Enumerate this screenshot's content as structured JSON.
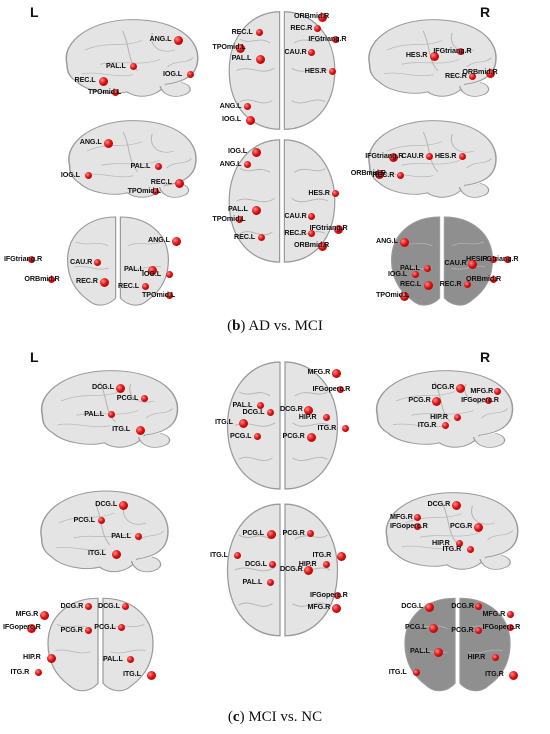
{
  "panels": [
    {
      "id": "b",
      "side_left": "L",
      "side_right": "R",
      "caption_letter": "b",
      "caption_text": " AD vs. MCI",
      "views": [
        {
          "view": "sag-left-1",
          "labels": [
            "ANG.L",
            "PAL.L",
            "IOG.L",
            "REC.L",
            "TPOmid.L"
          ]
        },
        {
          "view": "axial-top-1",
          "labels": [
            "ORBmid.R",
            "REC.R",
            "REC.L",
            "TPOmid.L",
            "IFGtriang.R",
            "CAU.R",
            "PAL.L",
            "HES.R",
            "ANG.L",
            "IOG.L"
          ]
        },
        {
          "view": "sag-right-1",
          "labels": [
            "HES.R",
            "IFGtriang.R",
            "REC.R",
            "ORBmid.R"
          ]
        },
        {
          "view": "sag-left-2",
          "labels": [
            "ANG.L",
            "PAL.L",
            "IOG.L",
            "REC.L",
            "TPOmid.L"
          ]
        },
        {
          "view": "axial-bottom-1",
          "labels": [
            "IOG.L",
            "ANG.L",
            "HES.R",
            "PAL.L",
            "TPOmid.L",
            "CAU.R",
            "IFGtriang.R",
            "REC.L",
            "REC.R",
            "ORBmid.R"
          ]
        },
        {
          "view": "sag-right-2",
          "labels": [
            "IFGtriang.R",
            "CAU.R",
            "HES.R",
            "ORBmid.R",
            "REC.R"
          ]
        },
        {
          "view": "coronal-front-1",
          "labels": [
            "ANG.L",
            "IFGtriang.R",
            "CAU.R",
            "PAL.L",
            "IOG.L",
            "ORBmid.R",
            "REC.R",
            "REC.L",
            "TPOmid.L"
          ]
        },
        {
          "view": "coronal-back-1",
          "labels": [
            "ANG.L",
            "HES.R",
            "IFGtriang.R",
            "CAU.R",
            "IOG.L",
            "PAL.L",
            "REC.L",
            "REC.R",
            "ORBmid.R",
            "TPOmid.L"
          ]
        }
      ]
    },
    {
      "id": "c",
      "side_left": "L",
      "side_right": "R",
      "caption_letter": "c",
      "caption_text": " MCI vs. NC",
      "views": [
        {
          "view": "sag-left-1",
          "labels": [
            "DCG.L",
            "PCG.L",
            "PAL.L",
            "ITG.L"
          ]
        },
        {
          "view": "axial-top-1",
          "labels": [
            "MFG.R",
            "IFGoperc.R",
            "PAL.L",
            "DCG.R",
            "DCG.L",
            "HIP.R",
            "ITG.L",
            "ITG.R",
            "PCG.L",
            "PCG.R"
          ]
        },
        {
          "view": "sag-right-1",
          "labels": [
            "DCG.R",
            "MFG.R",
            "IFGoperc.R",
            "PCG.R",
            "HIP.R",
            "ITG.R"
          ]
        },
        {
          "view": "sag-left-2",
          "labels": [
            "DCG.L",
            "PCG.L",
            "PAL.L",
            "ITG.L"
          ]
        },
        {
          "view": "axial-bottom-1",
          "labels": [
            "PCG.L",
            "PCG.R",
            "ITG.L",
            "ITG.R",
            "HIP.R",
            "DCG.L",
            "DCG.R",
            "PAL.L",
            "IFGoperc.R",
            "MFG.R"
          ]
        },
        {
          "view": "sag-right-2",
          "labels": [
            "DCG.R",
            "MFG.R",
            "IFGoperc.R",
            "PCG.R",
            "HIP.R",
            "ITG.R"
          ]
        },
        {
          "view": "coronal-front-1",
          "labels": [
            "MFG.R",
            "DCG.R",
            "DCG.L",
            "IFGoperc.R",
            "PCG.R",
            "PCG.L",
            "HIP.R",
            "PAL.L",
            "ITG.R",
            "ITG.L"
          ]
        },
        {
          "view": "coronal-back-1",
          "labels": [
            "DCG.L",
            "DCG.R",
            "MFG.R",
            "PCG.L",
            "PCG.R",
            "IFGoperc.R",
            "PAL.L",
            "HIP.R",
            "ITG.L",
            "ITG.R"
          ]
        }
      ]
    }
  ],
  "colors": {
    "node": "#d41010",
    "brain_fill": "#e4e4e4",
    "brain_stroke": "#9a9a9a",
    "brain_dark": "#8f8f8f"
  }
}
